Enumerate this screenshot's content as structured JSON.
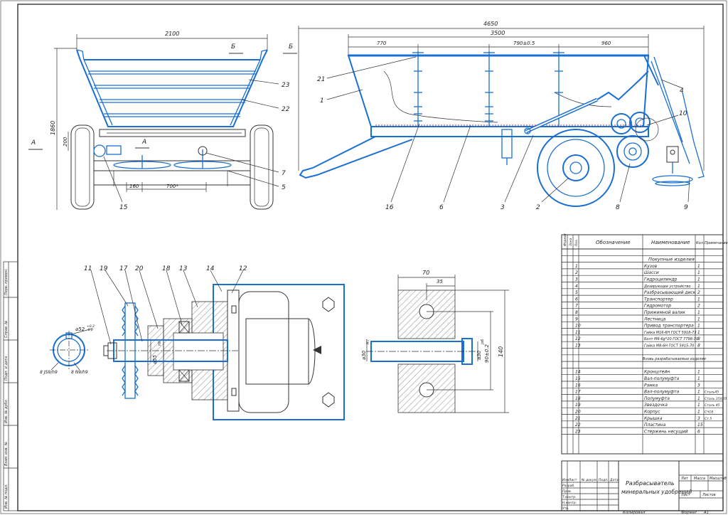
{
  "colors": {
    "primary": "#1a6fd1",
    "line": "#333333",
    "accent": "#e03030"
  },
  "dims": {
    "front_width": "2100",
    "front_height": "1860",
    "front_200": "200",
    "front_160": "160",
    "front_700": "700*",
    "side_total": "4650",
    "side_3500": "3500",
    "side_770": "770",
    "side_790": "790±0.5",
    "side_960": "960",
    "detail_d52": "⌀52",
    "detail_d52_tol": "+0.2",
    "detail_d52_tol2": "-0.0",
    "detail_d55": "⌀55",
    "detail_d55_tol": "h9",
    "detail_key1": "8 JS9/h9",
    "detail_key2": "8 N9/h9",
    "plate_70": "70",
    "plate_35": "35",
    "plate_140": "140",
    "plate_90": "90±0.2",
    "plate_d30a": "⌀30",
    "plate_d30a_tol": "H7",
    "plate_d30b": "⌀30",
    "plate_d30b_tol": "js6"
  },
  "markers": {
    "section_b1": "Б",
    "section_b2": "Б",
    "section_a1": "А",
    "section_a2": "А"
  },
  "callouts": {
    "c23": "23",
    "c22": "22",
    "c7": "7",
    "c5": "5",
    "c15": "15",
    "c21": "21",
    "c1": "1",
    "c4": "4",
    "c10": "10",
    "c16": "16",
    "c6": "6",
    "c3": "3",
    "c2": "2",
    "c8": "8",
    "c9": "9",
    "c11": "11",
    "c19": "19",
    "c17": "17",
    "c20": "20",
    "c18": "18",
    "c13": "13",
    "c14": "14",
    "c12": "12"
  },
  "spec": {
    "col_format": "Формат",
    "col_zone": "Зона",
    "col_pos": "Поз.",
    "col_designation": "Обозначение",
    "col_name": "Наименование",
    "col_qty": "Кол.",
    "col_note": "Примечание",
    "section_bought": "Покупные изделия",
    "section_custom": "Вновь разрабатываемые изделия",
    "rows": [
      {
        "pos": "1",
        "name": "Кузов",
        "qty": "1",
        "note": ""
      },
      {
        "pos": "2",
        "name": "Шасси",
        "qty": "1",
        "note": ""
      },
      {
        "pos": "3",
        "name": "Гидроцилиндр",
        "qty": "1",
        "note": ""
      },
      {
        "pos": "4",
        "name": "Дозирующее устройство",
        "qty": "1",
        "note": ""
      },
      {
        "pos": "5",
        "name": "Разбрасывающий диск",
        "qty": "2",
        "note": ""
      },
      {
        "pos": "6",
        "name": "Транспортер",
        "qty": "1",
        "note": ""
      },
      {
        "pos": "7",
        "name": "Гидромотор",
        "qty": "2",
        "note": ""
      },
      {
        "pos": "8",
        "name": "Прижимной валик",
        "qty": "1",
        "note": ""
      },
      {
        "pos": "9",
        "name": "Лестница",
        "qty": "1",
        "note": ""
      },
      {
        "pos": "10",
        "name": "Привод транспортера",
        "qty": "1",
        "note": ""
      },
      {
        "pos": "11",
        "name": "Гайка М16-6Н ГОСТ 5918-73",
        "qty": "1",
        "note": ""
      },
      {
        "pos": "12",
        "name": "Болт М6-6g*20 ГОСТ 7798-70",
        "qty": "8",
        "note": ""
      },
      {
        "pos": "13",
        "name": "Гайка М8-6Н ГОСТ 5915-70",
        "qty": "8",
        "note": ""
      },
      {
        "pos": "14",
        "name": "Кронштейн",
        "qty": "1",
        "note": ""
      },
      {
        "pos": "15",
        "name": "Вал-полумуфта",
        "qty": "1",
        "note": ""
      },
      {
        "pos": "16",
        "name": "Рамка",
        "qty": "3",
        "note": ""
      },
      {
        "pos": "17",
        "name": "Вал-полумуфта",
        "qty": "1",
        "note": "Сталь45"
      },
      {
        "pos": "18",
        "name": "Полумуфта",
        "qty": "1",
        "note": "Сталь 35ХГЛ"
      },
      {
        "pos": "19",
        "name": "Звездочка",
        "qty": "1",
        "note": "Сталь 45"
      },
      {
        "pos": "20",
        "name": "Корпус",
        "qty": "1",
        "note": "СЧ18"
      },
      {
        "pos": "21",
        "name": "Крышка",
        "qty": "3",
        "note": "Ст.5"
      },
      {
        "pos": "22",
        "name": "Пластина",
        "qty": "15",
        "note": ""
      },
      {
        "pos": "23",
        "name": "Стержень несущий",
        "qty": "6",
        "note": ""
      }
    ]
  },
  "title_block": {
    "title_line1": "Разбрасыватель",
    "title_line2": "минеральных удобрений",
    "lit": "Лит",
    "mass": "Масса",
    "scale": "Масштаб",
    "sheet": "Лист",
    "sheets": "Листов",
    "izm": "Изм",
    "list": "Лист",
    "ndoc": "№ докум.",
    "podp": "Подп.",
    "data": "Дата",
    "razrab": "Разраб.",
    "prov": "Пров.",
    "tkontr": "Т.контр.",
    "nkontr": "Н.контр.",
    "utv": "Утв.",
    "copied": "Копировал",
    "format": "Формат",
    "format_val": "А1"
  },
  "side_stamp": {
    "perv": "Перв. примен.",
    "sprav": "Справ. №",
    "podp_data": "Подп. и дата",
    "inv_dubl": "Инв. № дубл.",
    "vzam": "Взам. инв. №",
    "inv_podl": "Инв. № подл."
  }
}
